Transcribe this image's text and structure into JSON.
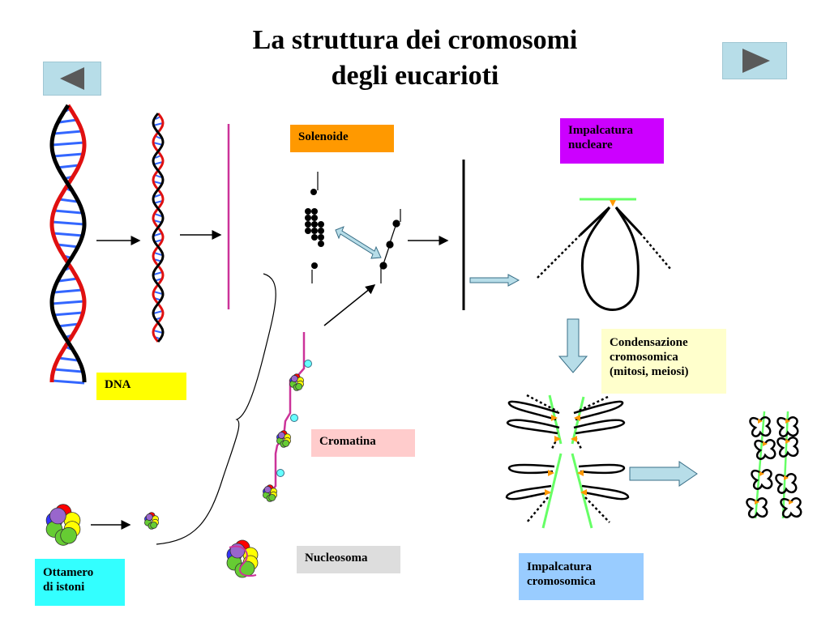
{
  "title_line1": "La struttura dei cromosomi",
  "title_line2": "degli eucarioti",
  "nav": {
    "prev_icon": "triangle-left-icon",
    "next_icon": "triangle-right-icon"
  },
  "labels": {
    "dna": "DNA",
    "solenoide": "Solenoide",
    "impalcatura_nucleare_1": "Impalcatura",
    "impalcatura_nucleare_2": "nucleare",
    "condensazione_1": "Condensazione",
    "condensazione_2": "cromosomica",
    "condensazione_3": "(mitosi, meiosi)",
    "cromatina": "Cromatina",
    "nucleosoma": "Nucleosoma",
    "ottamero_1": "Ottamero",
    "ottamero_2": "di istoni",
    "impalcatura_cromosomica_1": "Impalcatura",
    "impalcatura_cromosomica_2": "cromosomica"
  },
  "colors": {
    "dna_label_bg": "#ffff00",
    "solenoide_bg": "#ff9900",
    "impalcatura_nucleare_bg": "#cc00ff",
    "condensazione_bg": "#ffffcc",
    "cromatina_bg": "#ffcccc",
    "nucleosoma_bg": "#dddddd",
    "ottamero_bg": "#33ffff",
    "impalcatura_cromosomica_bg": "#99ccff",
    "nav_bg": "#b7dde8",
    "nav_arrow": "#5a5a5a",
    "dna_red": "#e01010",
    "dna_blue": "#3366ff",
    "fiber": "#cc3399",
    "scaffold_green": "#66ff66"
  }
}
